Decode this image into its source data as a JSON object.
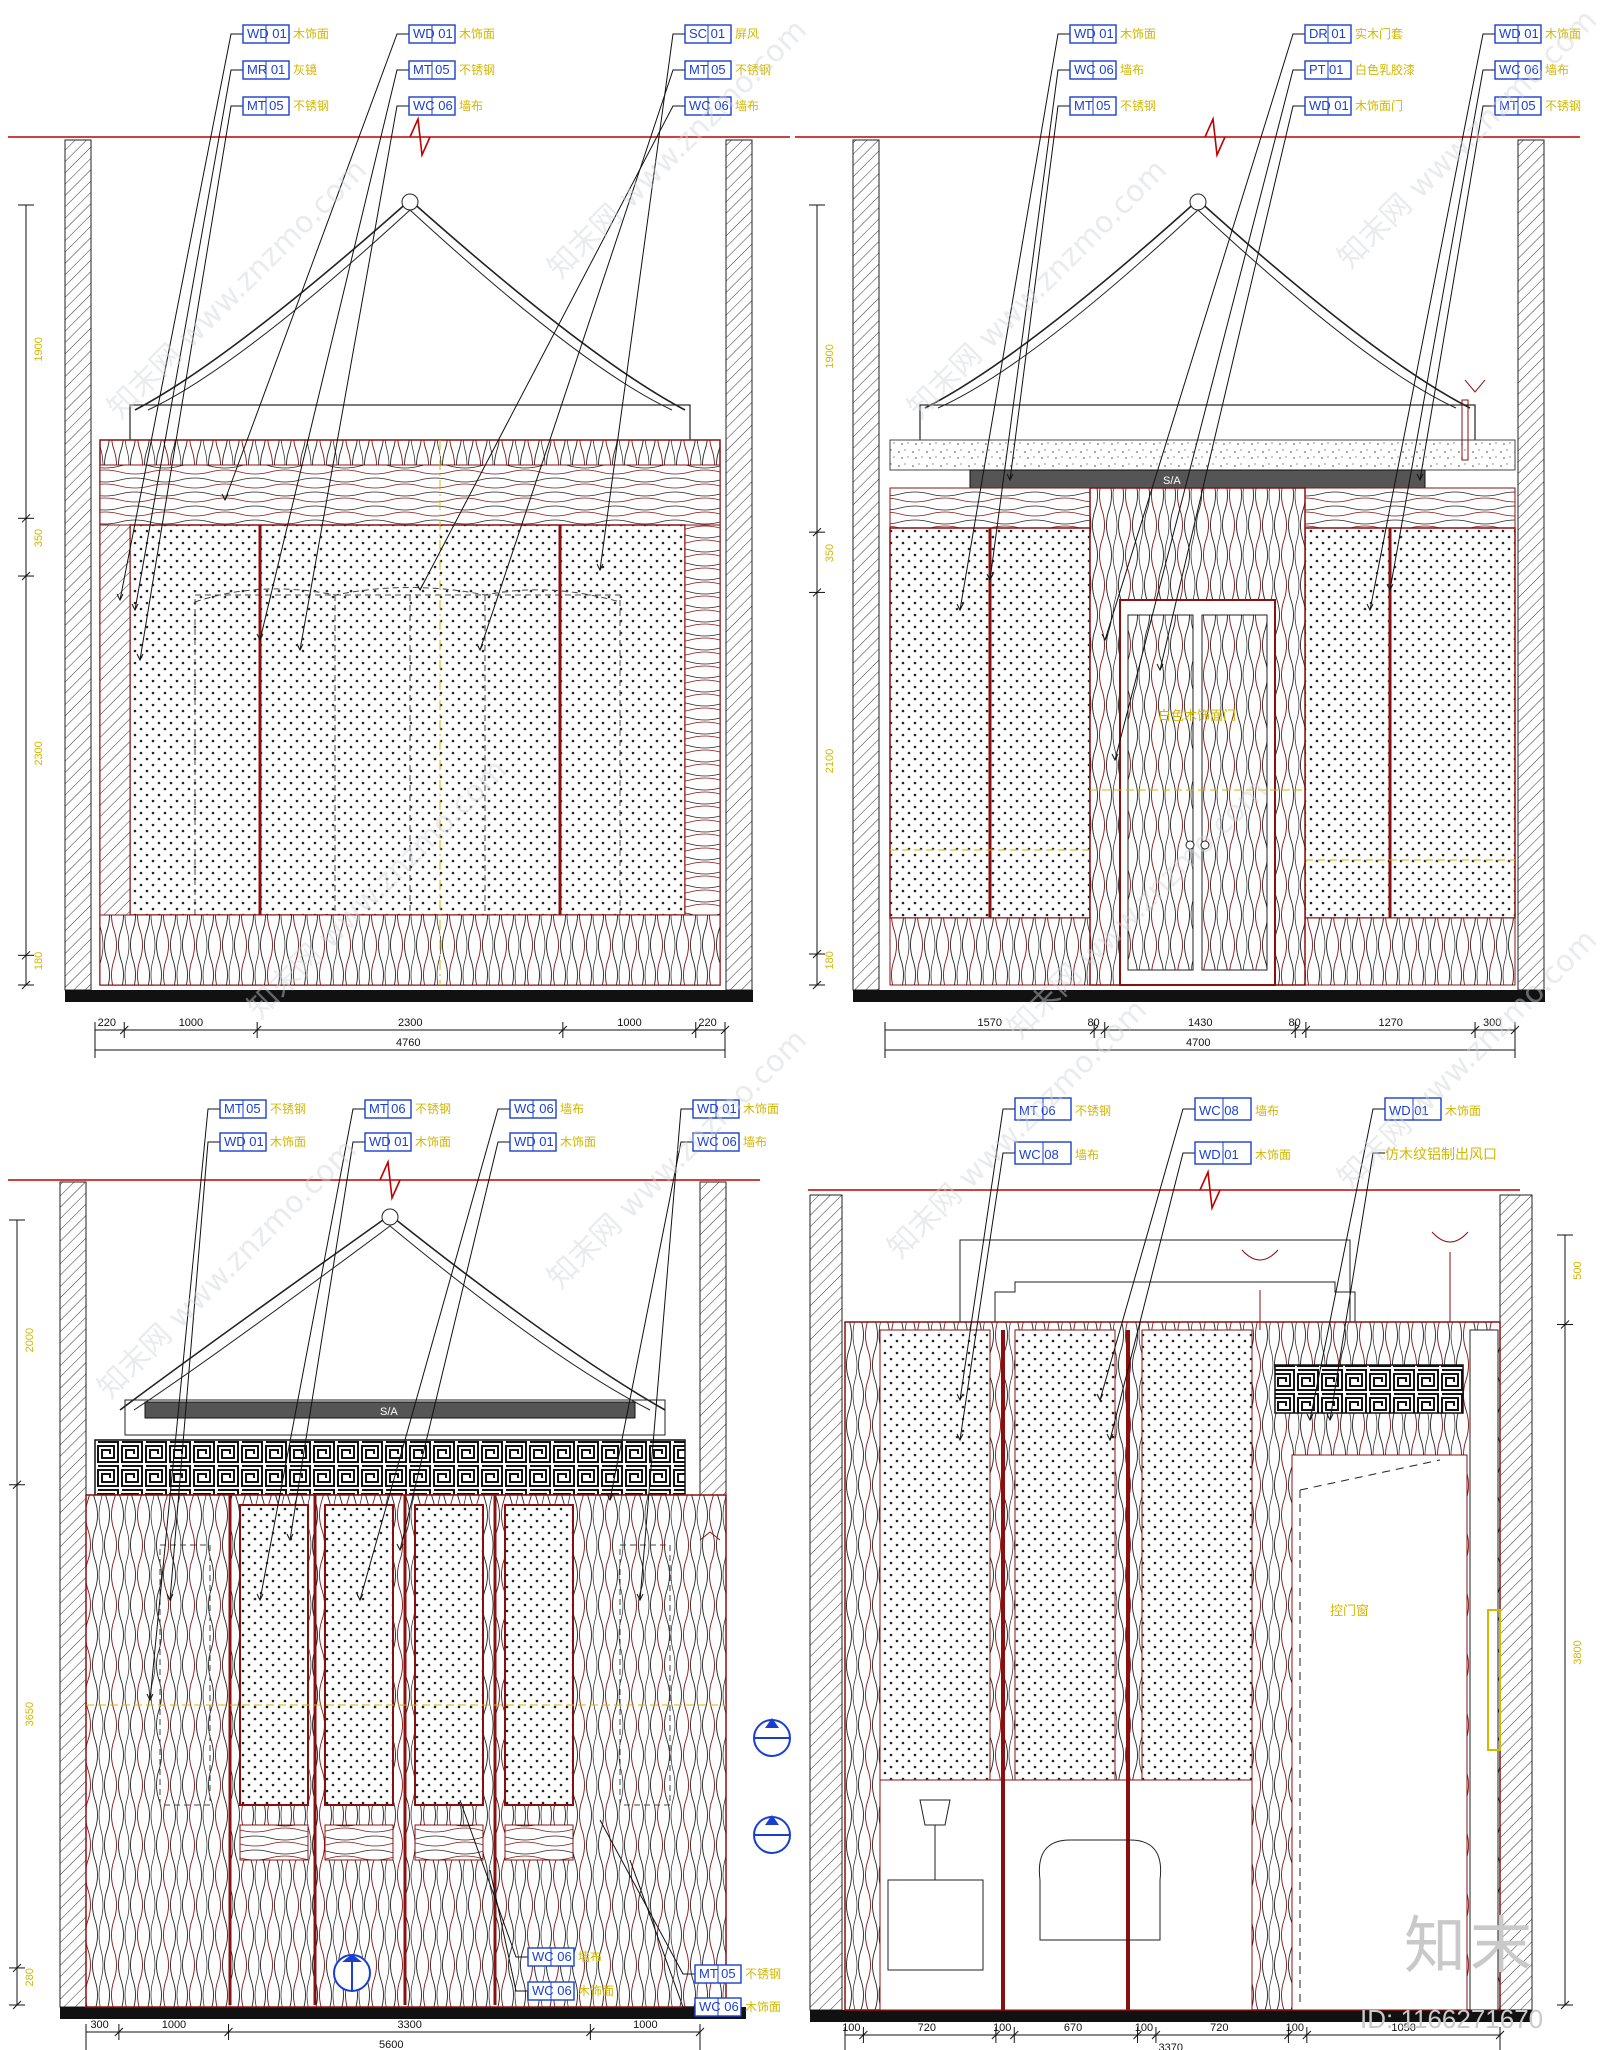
{
  "panels": [
    {
      "id": "p1",
      "tags": [
        {
          "code": "WD 01",
          "desc": "木饰面"
        },
        {
          "code": "MR 01",
          "desc": "灰镜"
        },
        {
          "code": "MT 05",
          "desc": "不锈钢"
        },
        {
          "code": "WD 01",
          "desc": "木饰面"
        },
        {
          "code": "MT 05",
          "desc": "不锈钢"
        },
        {
          "code": "WC 06",
          "desc": "墙布"
        },
        {
          "code": "SC 01",
          "desc": "屏风"
        },
        {
          "code": "MT 05",
          "desc": "不锈钢"
        },
        {
          "code": "WC 06",
          "desc": "墙布"
        }
      ],
      "hdims": [
        "220",
        "1000",
        "2300",
        "1000",
        "220"
      ],
      "total": "4760",
      "vdims": [
        "1900",
        "350",
        "2300",
        "180"
      ]
    },
    {
      "id": "p2",
      "tags": [
        {
          "code": "WD 01",
          "desc": "木饰面"
        },
        {
          "code": "WC 06",
          "desc": "墙布"
        },
        {
          "code": "MT 05",
          "desc": "不锈钢"
        },
        {
          "code": "DR 01",
          "desc": "实木门套"
        },
        {
          "code": "PT 01",
          "desc": "白色乳胶漆"
        },
        {
          "code": "WD 01",
          "desc": "木饰面门"
        },
        {
          "code": "WD 01",
          "desc": "木饰面"
        },
        {
          "code": "WC 06",
          "desc": "墙布"
        },
        {
          "code": "MT 05",
          "desc": "不锈钢"
        }
      ],
      "hdims": [
        "1570",
        "80",
        "1430",
        "80",
        "1270",
        "300"
      ],
      "total": "4700",
      "vdims": [
        "1900",
        "350",
        "2100",
        "180"
      ],
      "sa_label": "S/A",
      "door_label": "白色木饰面门"
    },
    {
      "id": "p3",
      "tags": [
        {
          "code": "MT 05",
          "desc": "不锈钢"
        },
        {
          "code": "WD 01",
          "desc": "木饰面"
        },
        {
          "code": "MT 06",
          "desc": "不锈钢"
        },
        {
          "code": "WD 01",
          "desc": "木饰面"
        },
        {
          "code": "WC 06",
          "desc": "墙布"
        },
        {
          "code": "WD 01",
          "desc": "木饰面"
        },
        {
          "code": "WD 01",
          "desc": "木饰面"
        },
        {
          "code": "WC 06",
          "desc": "墙布"
        }
      ],
      "bottom_tags": [
        {
          "code": "WC 06",
          "desc": "墙布"
        },
        {
          "code": "WC 06",
          "desc": "木饰面"
        },
        {
          "code": "MT 05",
          "desc": "不锈钢"
        },
        {
          "code": "WC 06",
          "desc": "木饰面"
        }
      ],
      "hdims": [
        "300",
        "1000",
        "3300",
        "1000"
      ],
      "total": "5600",
      "vdims": [
        "2000",
        "3650",
        "280"
      ],
      "sa_label": "S/A"
    },
    {
      "id": "p4",
      "tags": [
        {
          "code": "MT 06",
          "desc": "不锈钢"
        },
        {
          "code": "WC 08",
          "desc": "墙布"
        },
        {
          "code": "WC 08",
          "desc": "墙布"
        },
        {
          "code": "WD 01",
          "desc": "木饰面"
        },
        {
          "code": "WD 01",
          "desc": "木饰面"
        },
        {
          "code": "",
          "desc": "仿木纹铝制出风口"
        }
      ],
      "hdims": [
        "100",
        "720",
        "100",
        "670",
        "100",
        "720",
        "100",
        "1050"
      ],
      "total": "3370",
      "vdims": [
        "500",
        "3800"
      ],
      "swing_label": "控门窗"
    }
  ],
  "watermark": "www.znzmo.com",
  "watermark_brand": "知末网",
  "brand": "知末",
  "id_label": "ID: 1166271670"
}
